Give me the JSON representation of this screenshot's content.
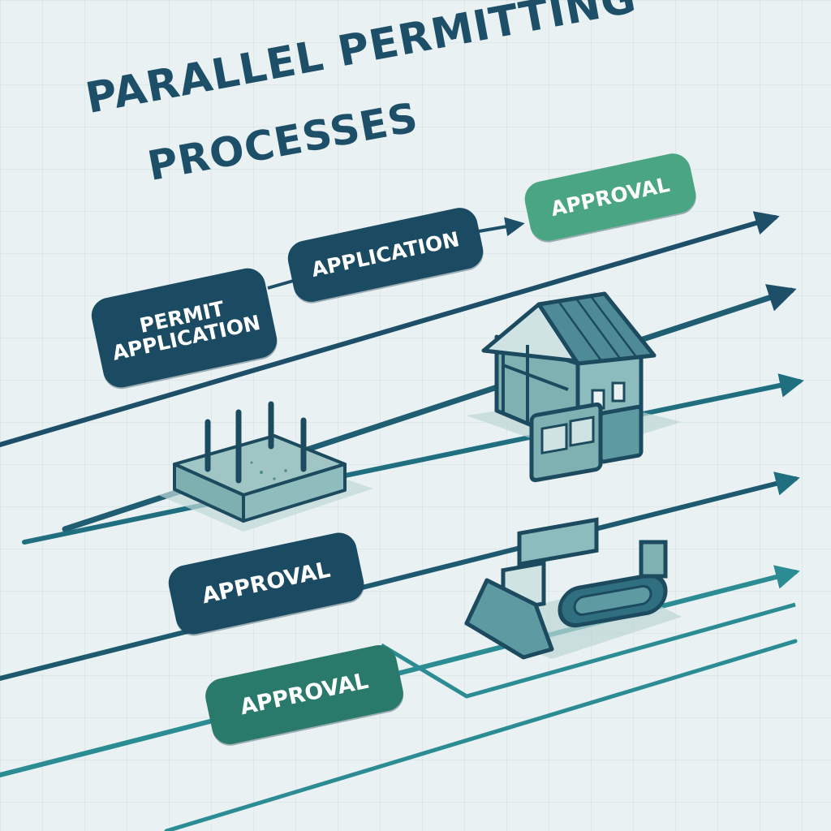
{
  "title": {
    "line1": "PARALLEL PERMITTING",
    "line2": "PROCESSES"
  },
  "stages": {
    "permit_application": {
      "line1": "PERMIT",
      "line2": "APPLICATION"
    },
    "application": "APPLICATION",
    "approval_top": "APPROVAL",
    "approval_middle": "APPROVAL",
    "approval_bottom": "APPROVAL"
  },
  "icons": {
    "foundation": "foundation-icon",
    "house": "house-frame-icon",
    "bulldozer": "bulldozer-icon"
  },
  "colors": {
    "background": "#e9f1f2",
    "navy": "#1b4a63",
    "teal_dark": "#1f6e7c",
    "teal": "#2f8f95",
    "green": "#4aa583",
    "title": "#1e4f68"
  }
}
